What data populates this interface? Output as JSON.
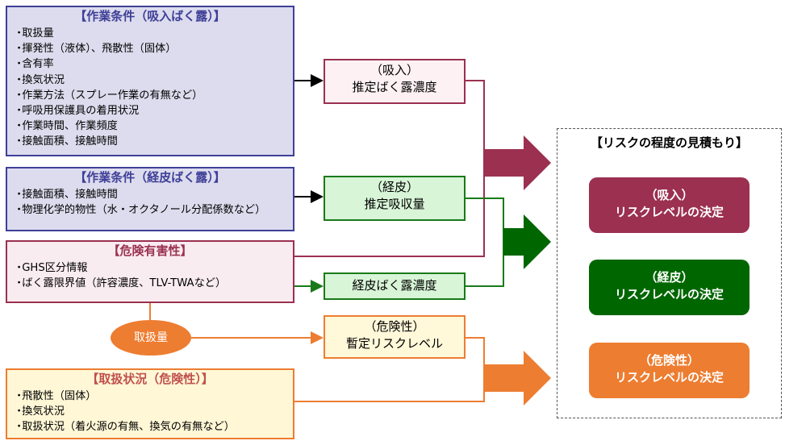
{
  "inhalation_conditions": {
    "title": "【作業条件（吸入ばく露）】",
    "items": [
      "取扱量",
      "揮発性（液体）、飛散性（固体）",
      "含有率",
      "換気状況",
      "作業方法（スプレー作業の有無など）",
      "呼吸用保護具の着用状況",
      "作業時間、作業頻度",
      "接触面積、接触時間"
    ]
  },
  "dermal_conditions": {
    "title": "【作業条件（経皮ばく露）】",
    "items": [
      "接触面積、接触時間",
      "物理化学的物性（水・オクタノール分配係数など）"
    ]
  },
  "hazard": {
    "title": "【危険有害性】",
    "items": [
      "GHS区分情報",
      "ばく露限界値（許容濃度、TLV-TWAなど）"
    ]
  },
  "handling": {
    "title": "【取扱状況（危険性）】",
    "items": [
      "飛散性（固体）",
      "換気状況",
      "取扱状況（着火源の有無、換気の有無など）"
    ]
  },
  "oval_label": "取扱量",
  "middle": {
    "inhalation": {
      "line1": "（吸入）",
      "line2": "推定ばく露濃度"
    },
    "dermal": {
      "line1": "（経皮）",
      "line2": "推定吸収量"
    },
    "dermal_conc": "経皮ばく露濃度",
    "danger": {
      "line1": "（危険性）",
      "line2": "暫定リスクレベル"
    }
  },
  "result": {
    "title": "【リスクの程度の見積もり】",
    "inhalation": {
      "line1": "（吸入）",
      "line2": "リスクレベルの決定"
    },
    "dermal": {
      "line1": "（経皮）",
      "line2": "リスクレベルの決定"
    },
    "danger": {
      "line1": "（危険性）",
      "line2": "リスクレベルの決定"
    }
  },
  "colors": {
    "condition_border": "#3f3f98",
    "inhalation": "#9b3050",
    "dermal": "#006600",
    "danger": "#ed7d31"
  }
}
